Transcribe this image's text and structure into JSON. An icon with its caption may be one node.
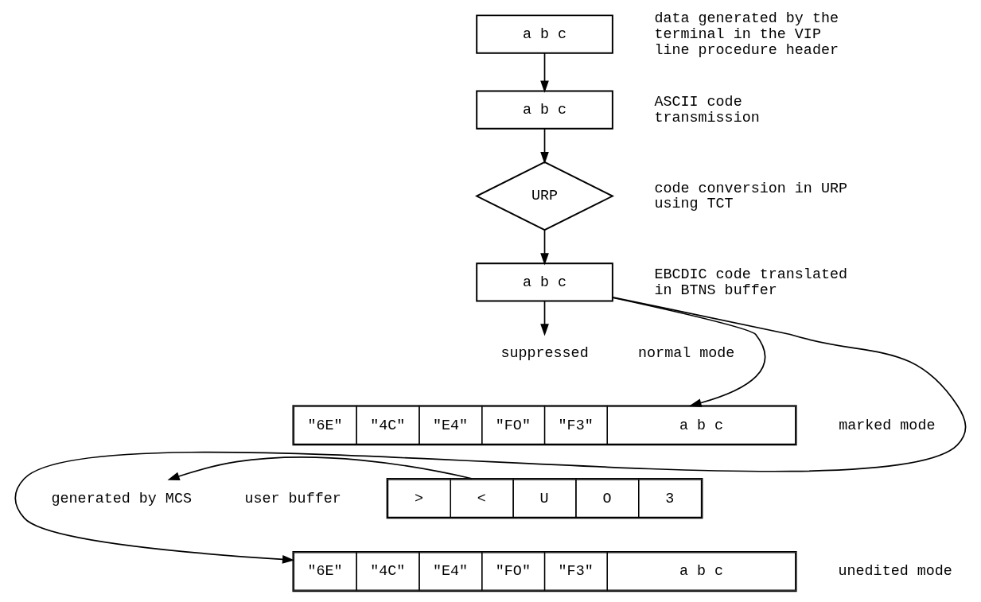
{
  "diagram": {
    "nodes": [
      {
        "text": [
          "a b c"
        ],
        "beside": [
          "data generated by the terminal in the VIP line procedure header"
        ]
      },
      {
        "text": [
          "a b c"
        ],
        "beside": [
          "ASCII code transmission"
        ]
      },
      {
        "text": [
          "URP"
        ],
        "beside": [
          "code conversion in URP using TCT"
        ]
      },
      {
        "text": [
          "a b c"
        ],
        "beside": [
          "EBCDIC code translated in BTNS buffer"
        ]
      },
      {
        "text": [
          "suppressed"
        ],
        "beside": [
          "normal mode"
        ]
      },
      {
        "text": [
          "\"6E\"",
          "\"4C\"",
          "\"E4\"",
          "\"FO\"",
          "\"F3\"",
          "a b c"
        ],
        "beside": [
          "marked mode"
        ]
      },
      {
        "text": [
          ">",
          "<",
          "U",
          "O",
          "3"
        ]
      },
      {
        "text": [
          "generated by MCS"
        ]
      },
      {
        "text": [
          "\"6E\"",
          "\"4C\"",
          "\"E4\"",
          "\"FO\"",
          "\"F3\"",
          "a b c"
        ],
        "beside": [
          "unedited mode"
        ]
      }
    ],
    "edges": [
      {
        "from": 0,
        "to": 1,
        "arrow": "to"
      },
      {
        "from": 1,
        "to": 2,
        "arrow": "to"
      },
      {
        "from": 2,
        "to": 3,
        "arrow": "to"
      },
      {
        "from": 3,
        "to": 4,
        "arrow": "to"
      },
      {
        "from": 3,
        "to": 5,
        "arrow": "to"
      },
      {
        "from": 3,
        "to": 8,
        "arrow": "to"
      },
      {
        "from": 6,
        "to": 7,
        "arrow": "to"
      }
    ],
    "labels": [
      "user buffer"
    ]
  }
}
